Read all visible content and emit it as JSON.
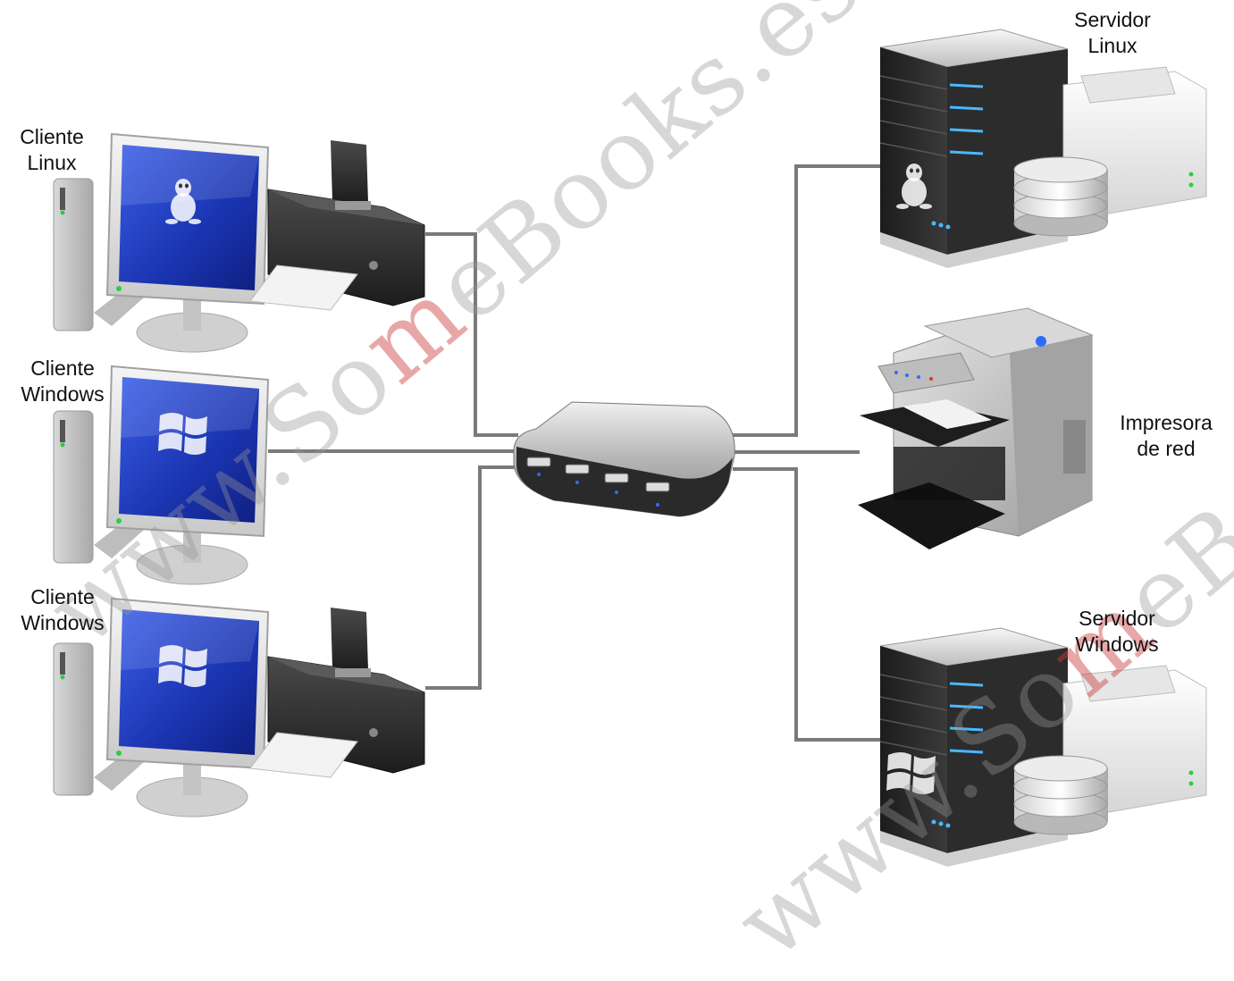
{
  "labels": {
    "client_linux": "Cliente\nLinux",
    "client_windows_1": "Cliente\nWindows",
    "client_windows_2": "Cliente\nWindows",
    "server_linux": "Servidor\nLinux",
    "network_printer": "Impresora\nde red",
    "server_windows": "Servidor\nWindows"
  },
  "watermark": {
    "prefix": "www.So",
    "highlight": "m",
    "mid": "e",
    "suffix": "Books.es"
  },
  "colors": {
    "cable": "#7a7a7a",
    "screen": "#1a3bb8",
    "watermark_accent": "#cd3c3c"
  },
  "icons": [
    "linux-tux-icon",
    "windows-logo-icon"
  ]
}
